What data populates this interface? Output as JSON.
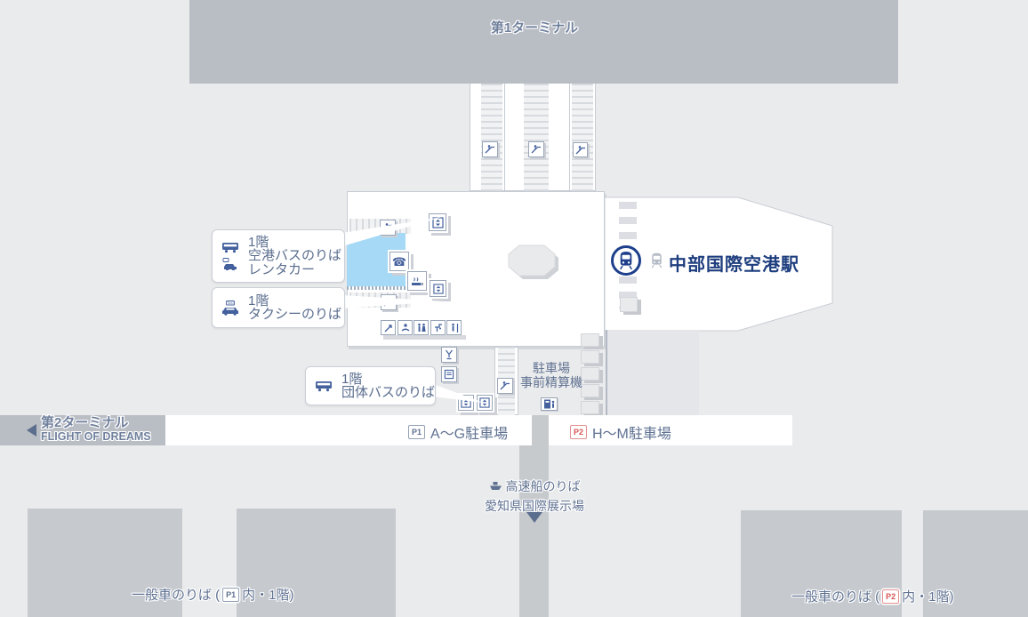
{
  "colors": {
    "band_gray": "#b9bdc4",
    "block_gray": "#c6c9cd",
    "highlight_blue": "#a5d9f5",
    "map_text": "#5f7191",
    "station_blue": "#1d3f8c",
    "p2_red": "#d95555"
  },
  "terminal1_label": "第1ターミナル",
  "terminal2": {
    "line1": "第2ターミナル",
    "line2": "FLIGHT OF DREAMS"
  },
  "station_label": "中部国際空港駅",
  "callouts": {
    "airport_bus": {
      "lines": [
        "1階",
        "空港バスのりば",
        "レンタカー"
      ]
    },
    "taxi": {
      "lines": [
        "1階",
        "タクシーのりば"
      ]
    },
    "group_bus": {
      "lines": [
        "1階",
        "団体バスのりば"
      ]
    }
  },
  "parking_machine": {
    "lines": [
      "駐車場",
      "事前精算機"
    ]
  },
  "parking": {
    "p1_badge": "P1",
    "p1_label": "A〜G駐車場",
    "p2_badge": "P2",
    "p2_label": "H〜M駐車場"
  },
  "boat": {
    "line1": "高速船のりば",
    "line2": "愛知県国際展示場"
  },
  "general_car_left": {
    "pre": "一般車のりば (",
    "badge": "P1",
    "post": "内・1階)"
  },
  "general_car_right": {
    "pre": "一般車のりば (",
    "badge": "P2",
    "post": "内・1階)"
  },
  "icons": {
    "train-icon": "train front pictogram",
    "escalator-icon": "escalator pictogram",
    "elevator-icon": "elevator pictogram",
    "phone-icon": "telephone glyph",
    "smoking-icon": "smoking area pictogram",
    "bus-icon": "bus pictogram",
    "taxi-icon": "taxi pictogram",
    "rental-car-icon": "rental car pictogram",
    "ship-icon": "high-speed boat pictogram",
    "payment-machine-icon": "fare machine pictogram"
  }
}
